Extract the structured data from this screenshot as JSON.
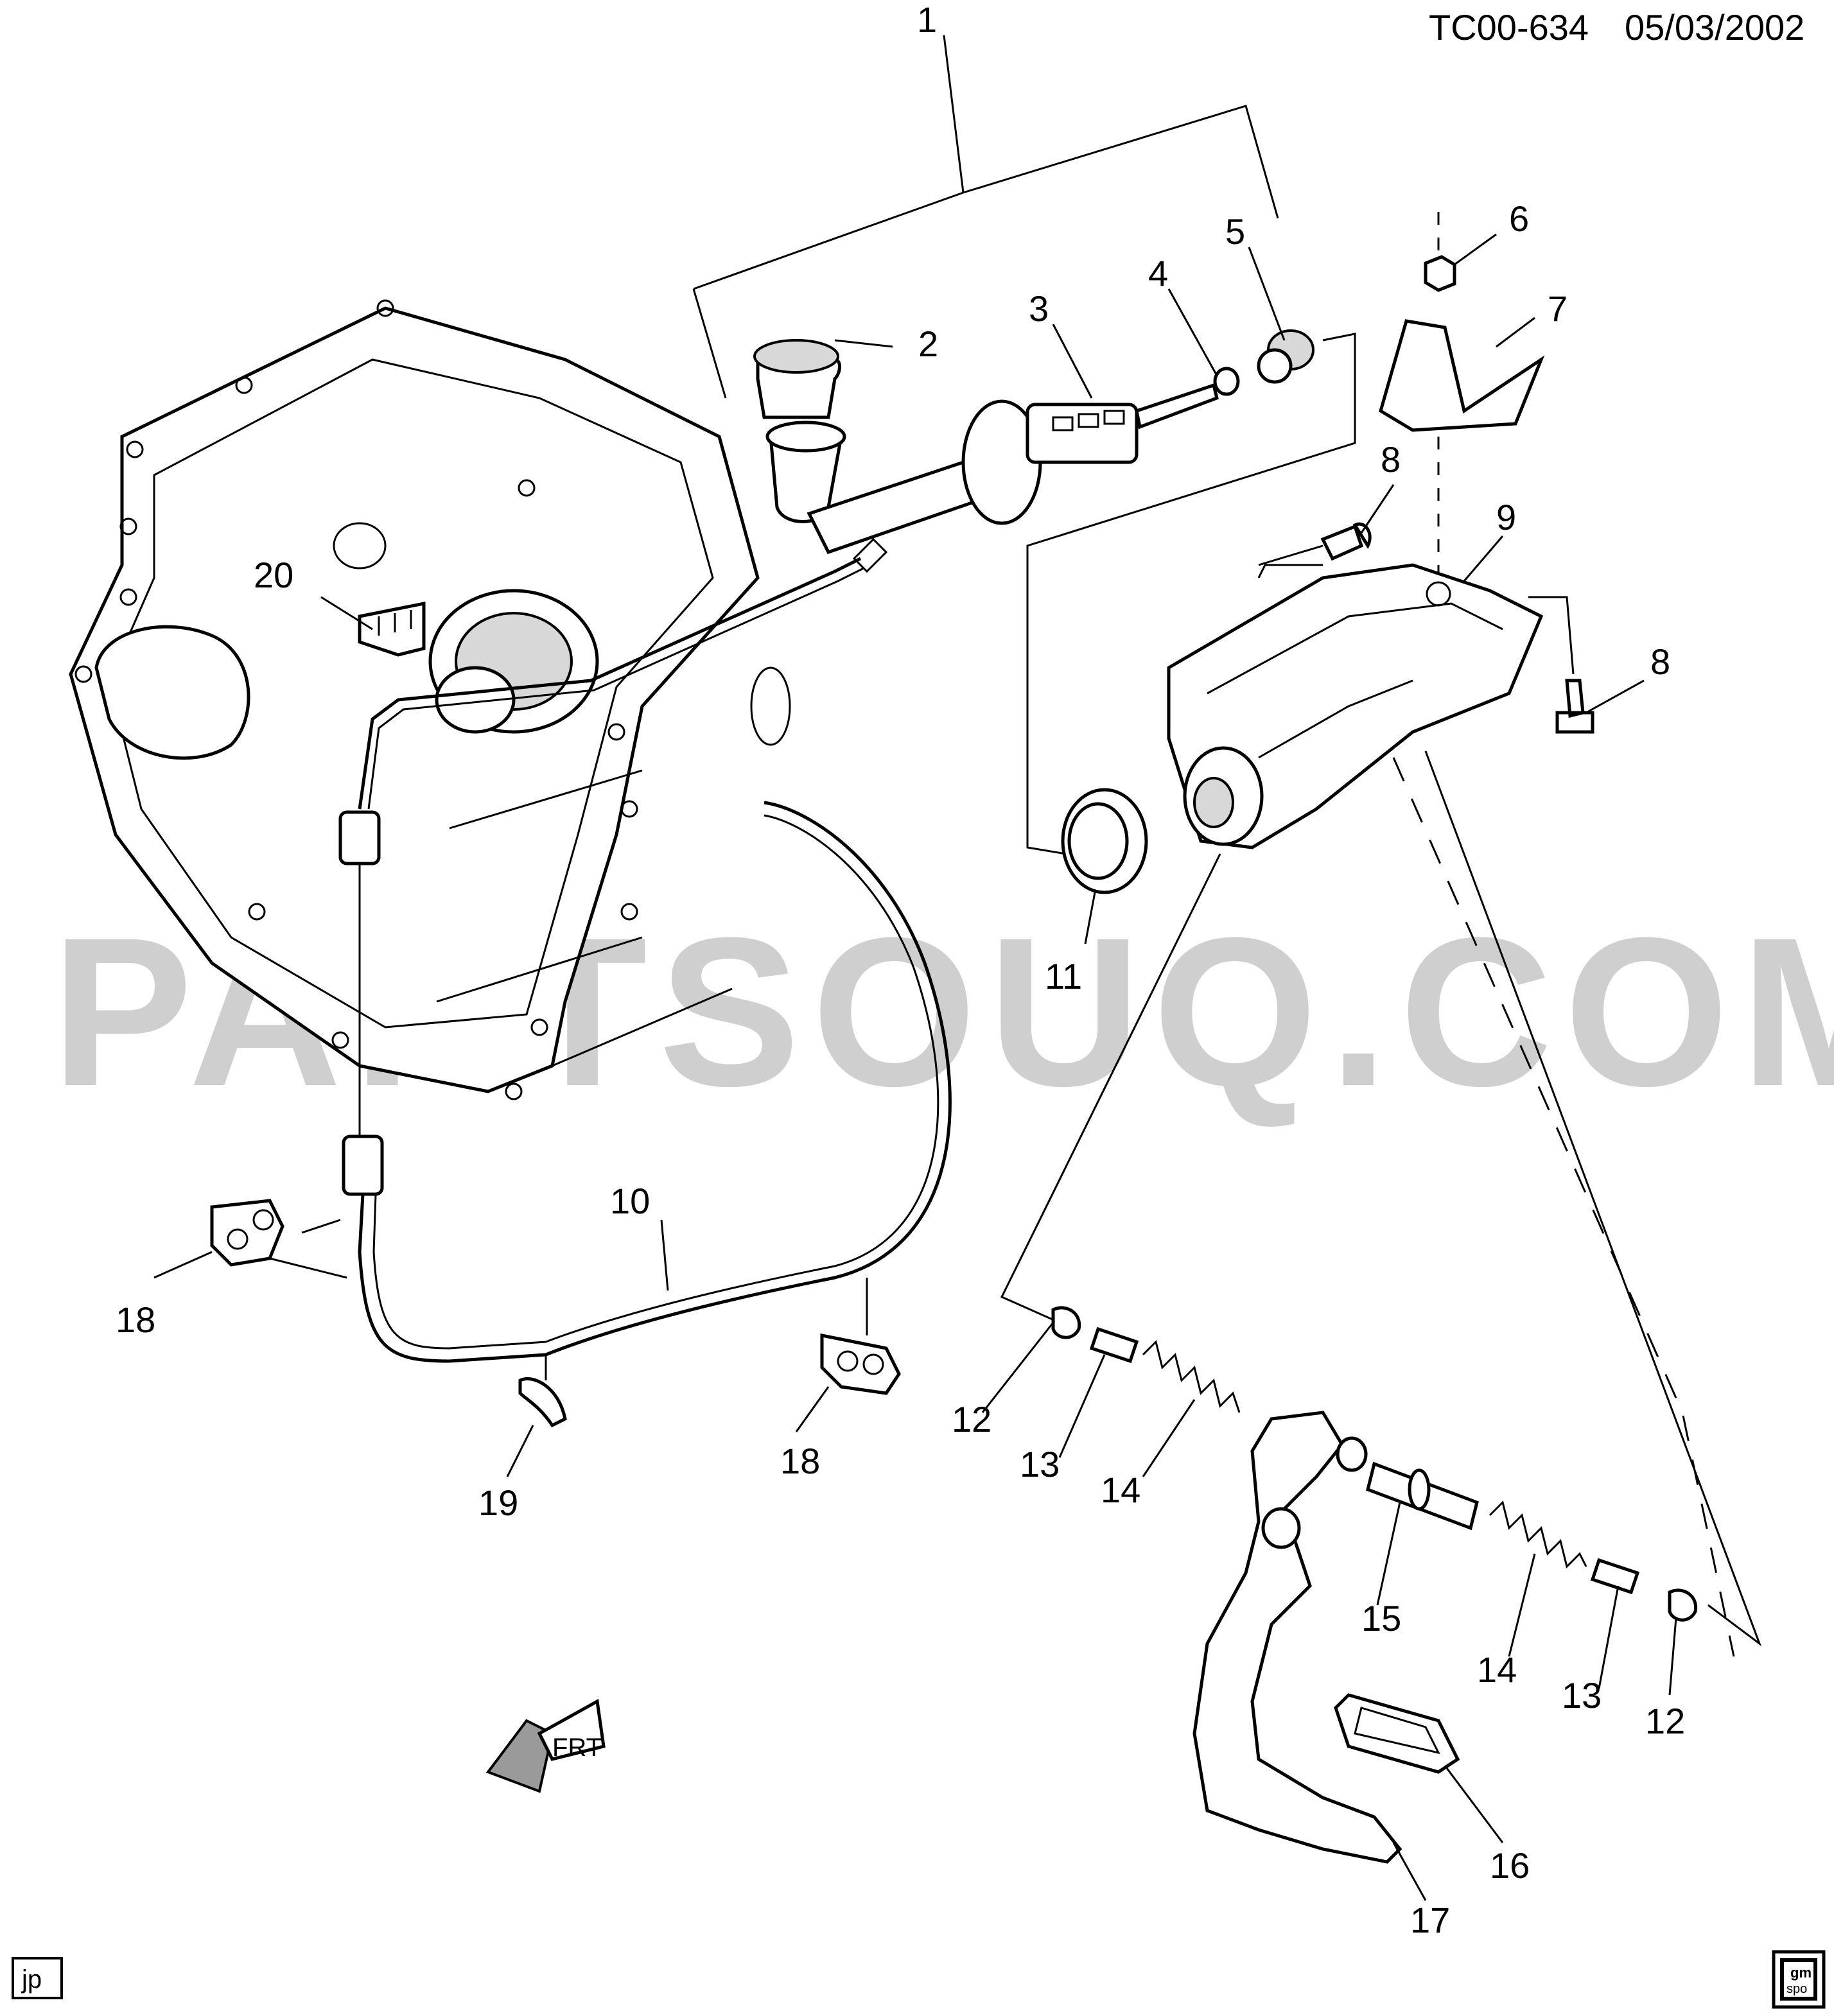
{
  "header": {
    "drawing_id": "TC00-634",
    "date": "05/03/2002"
  },
  "watermark": "PARTSOUQ.COM",
  "footer": {
    "initials": "jp",
    "logo_text_top": "gm",
    "logo_text_bottom": "spo"
  },
  "direction_marker": "FRT",
  "callouts": [
    "1",
    "2",
    "3",
    "4",
    "5",
    "6",
    "7",
    "8",
    "8",
    "9",
    "10",
    "11",
    "12",
    "12",
    "13",
    "13",
    "14",
    "14",
    "15",
    "16",
    "17",
    "18",
    "18",
    "19",
    "20"
  ]
}
